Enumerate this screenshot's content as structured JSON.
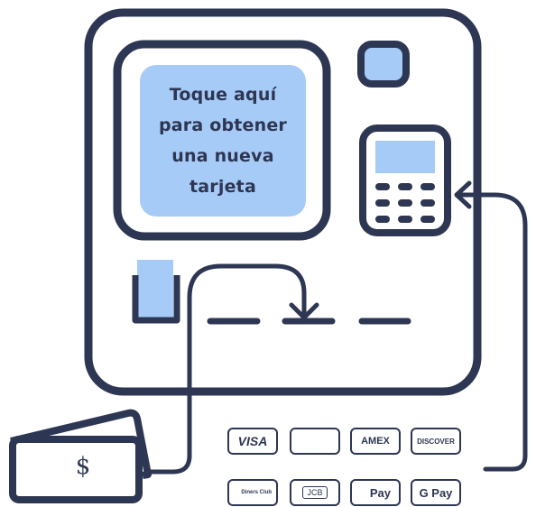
{
  "kiosk": {
    "screen_lines": [
      "Toque aquí",
      "para obtener",
      "una nueva",
      "tarjeta"
    ]
  },
  "cash": {
    "symbol": "$"
  },
  "payment_methods": [
    {
      "id": "visa",
      "label": "VISA"
    },
    {
      "id": "mastercard",
      "label": ""
    },
    {
      "id": "amex",
      "label": "AMEX"
    },
    {
      "id": "discover",
      "label": "DISCOVER"
    },
    {
      "id": "diners",
      "label": "Diners Club"
    },
    {
      "id": "jcb",
      "label": "JCB"
    },
    {
      "id": "applepay",
      "label": "Pay"
    },
    {
      "id": "gpay",
      "label": "G Pay"
    }
  ],
  "colors": {
    "outline": "#2d3652",
    "accent": "#a7cbf7",
    "background": "#ffffff"
  },
  "icons": [
    "kiosk-icon",
    "card-slot-icon",
    "keypad-icon",
    "camera-icon",
    "cash-icon",
    "arrow-icon"
  ]
}
